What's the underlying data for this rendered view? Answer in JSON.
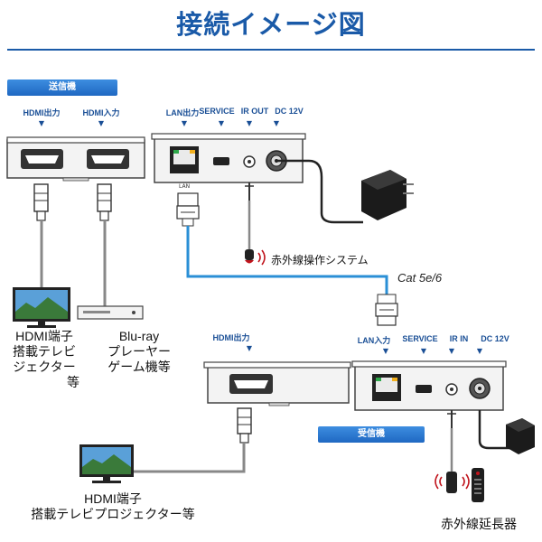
{
  "title": "接続イメージ図",
  "transmitter": {
    "banner": "送信機",
    "ports": [
      "LAN出力",
      "SERVICE",
      "IR OUT",
      "DC 12V"
    ],
    "lan_small": "LAN"
  },
  "source_box": {
    "ports": [
      "HDMI出力",
      "HDMI入力"
    ]
  },
  "receiver": {
    "banner": "受信機",
    "ports": [
      "LAN入力",
      "SERVICE",
      "IR IN",
      "DC 12V"
    ]
  },
  "receiver_hdmi_label": "HDMI出力",
  "cable_label": "Cat 5e/6",
  "ir_tx_label": "赤外線操作システム",
  "ir_rx_label": "赤外線延長器",
  "caption_left": [
    "HDMI端子",
    "搭載テレビ",
    "ジェクター",
    "等"
  ],
  "caption_bluray": [
    "Blu-ray",
    "プレーヤー",
    "ゲーム機等"
  ],
  "caption_bottom": [
    "HDMI端子",
    "搭載テレビプロジェクター等"
  ],
  "colors": {
    "accent": "#1a5aa8",
    "cable_blue": "#2a8fd6",
    "device_fill": "#f3f3f3",
    "device_stroke": "#444444"
  }
}
